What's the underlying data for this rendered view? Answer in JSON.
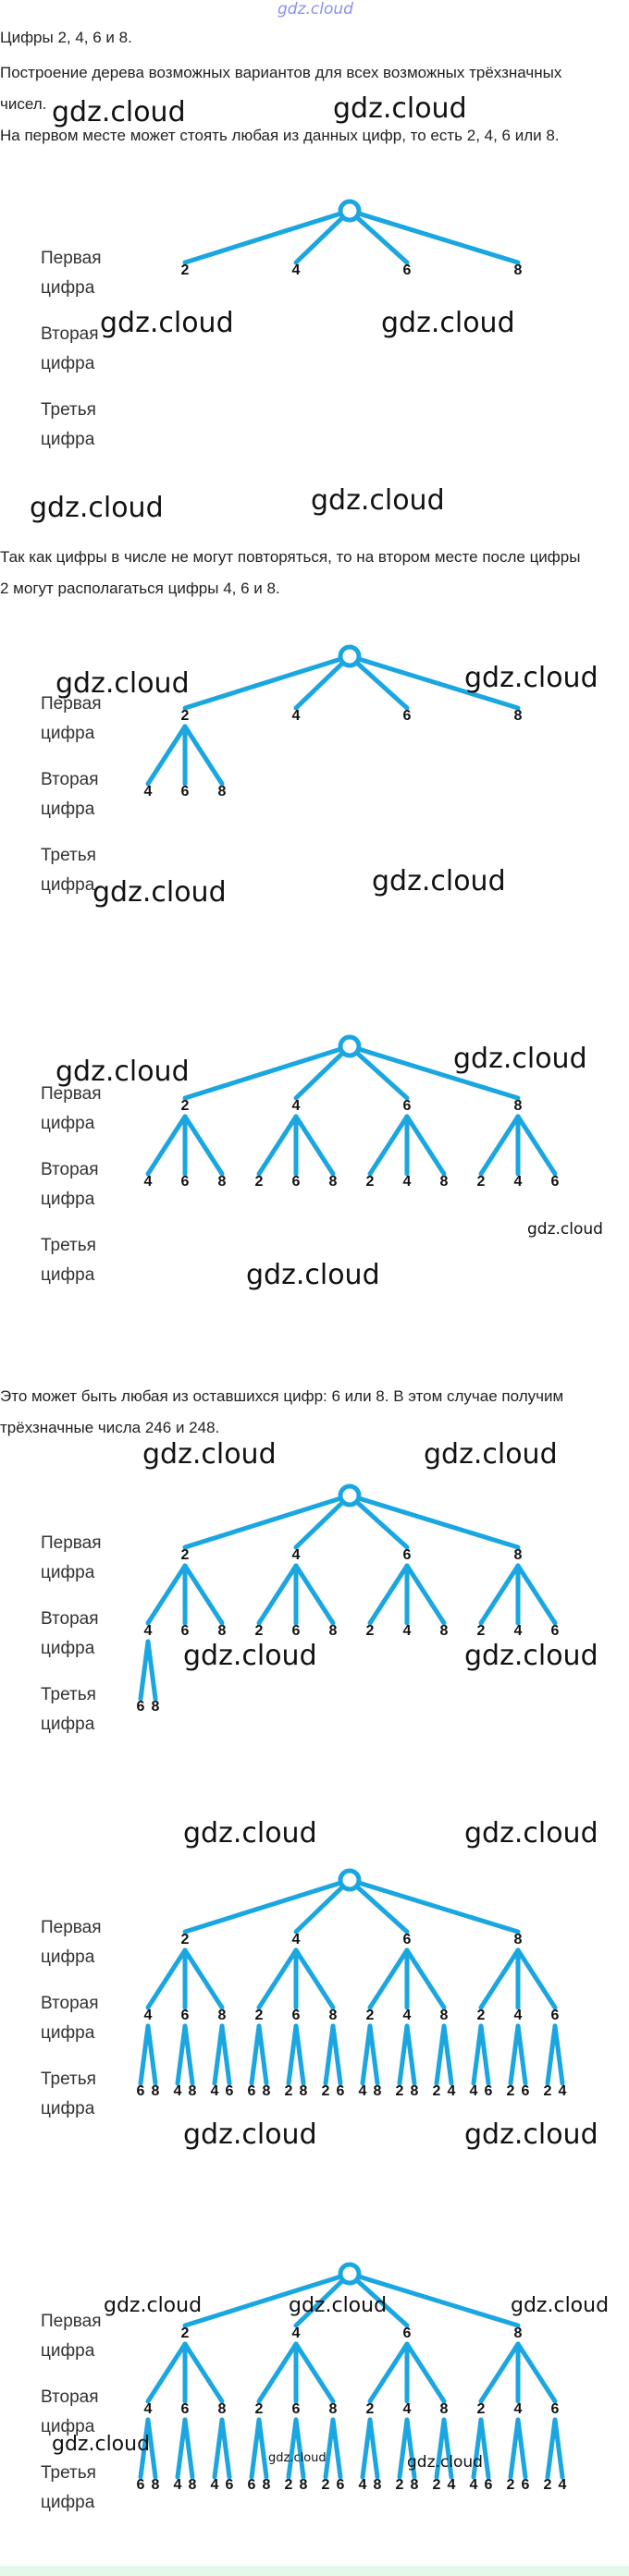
{
  "header": {
    "logo": "gdz.cloud"
  },
  "intro": {
    "line1": "Цифры 2, 4, 6 и 8.",
    "line2": "Построение дерева возможных вариантов для всех возможных трёхзначных",
    "line3": "чисел.",
    "line4": "На первом месте может стоять любая из данных цифр, то есть 2, 4, 6 или 8."
  },
  "text2": {
    "line1": "Так как цифры в числе не могут повторяться, то на втором месте после цифры",
    "line2": "2 могут располагаться цифры 4, 6 и 8."
  },
  "text3": {
    "line1": "Это может быть любая из оставшихся цифр: 6 или 8. В этом случае получим",
    "line2": "трёхзначные числа 246 и 248."
  },
  "labels": {
    "first_1": "Первая",
    "first_2": "цифра",
    "second_1": "Вторая",
    "second_2": "цифра",
    "third_1": "Третья",
    "third_2": "цифра"
  },
  "watermark": "gdz.cloud",
  "trees": [
    {
      "level1": [
        "2",
        "4",
        "6",
        "8"
      ],
      "level2": [],
      "level3": []
    },
    {
      "level1": [
        "2",
        "4",
        "6",
        "8"
      ],
      "level2": [
        [
          "4",
          "6",
          "8"
        ]
      ],
      "level3": []
    },
    {
      "level1": [
        "2",
        "4",
        "6",
        "8"
      ],
      "level2": [
        [
          "4",
          "6",
          "8"
        ],
        [
          "2",
          "6",
          "8"
        ],
        [
          "2",
          "4",
          "8"
        ],
        [
          "2",
          "4",
          "6"
        ]
      ],
      "level3": []
    },
    {
      "level1": [
        "2",
        "4",
        "6",
        "8"
      ],
      "level2": [
        [
          "4",
          "6",
          "8"
        ],
        [
          "2",
          "6",
          "8"
        ],
        [
          "2",
          "4",
          "8"
        ],
        [
          "2",
          "4",
          "6"
        ]
      ],
      "level3": [
        [
          "6",
          "8"
        ]
      ]
    },
    {
      "level1": [
        "2",
        "4",
        "6",
        "8"
      ],
      "level2": [
        [
          "4",
          "6",
          "8"
        ],
        [
          "2",
          "6",
          "8"
        ],
        [
          "2",
          "4",
          "8"
        ],
        [
          "2",
          "4",
          "6"
        ]
      ],
      "level3": [
        [
          "6",
          "8"
        ],
        [
          "4",
          "8"
        ],
        [
          "4",
          "6"
        ],
        [
          "6",
          "8"
        ],
        [
          "2",
          "8"
        ],
        [
          "2",
          "6"
        ],
        [
          "4",
          "8"
        ],
        [
          "2",
          "8"
        ],
        [
          "2",
          "4"
        ],
        [
          "4",
          "6"
        ],
        [
          "2",
          "6"
        ],
        [
          "2",
          "4"
        ]
      ]
    },
    {
      "level1": [
        "2",
        "4",
        "6",
        "8"
      ],
      "level2": [
        [
          "4",
          "6",
          "8"
        ],
        [
          "2",
          "6",
          "8"
        ],
        [
          "2",
          "4",
          "8"
        ],
        [
          "2",
          "4",
          "6"
        ]
      ],
      "level3": [
        [
          "6",
          "8"
        ],
        [
          "4",
          "8"
        ],
        [
          "4",
          "6"
        ],
        [
          "6",
          "8"
        ],
        [
          "2",
          "8"
        ],
        [
          "2",
          "6"
        ],
        [
          "4",
          "8"
        ],
        [
          "2",
          "8"
        ],
        [
          "2",
          "4"
        ],
        [
          "4",
          "6"
        ],
        [
          "2",
          "6"
        ],
        [
          "2",
          "4"
        ]
      ]
    }
  ],
  "colors": {
    "tree_line": "#1aa6e0",
    "footer": "#e4f8ec"
  }
}
